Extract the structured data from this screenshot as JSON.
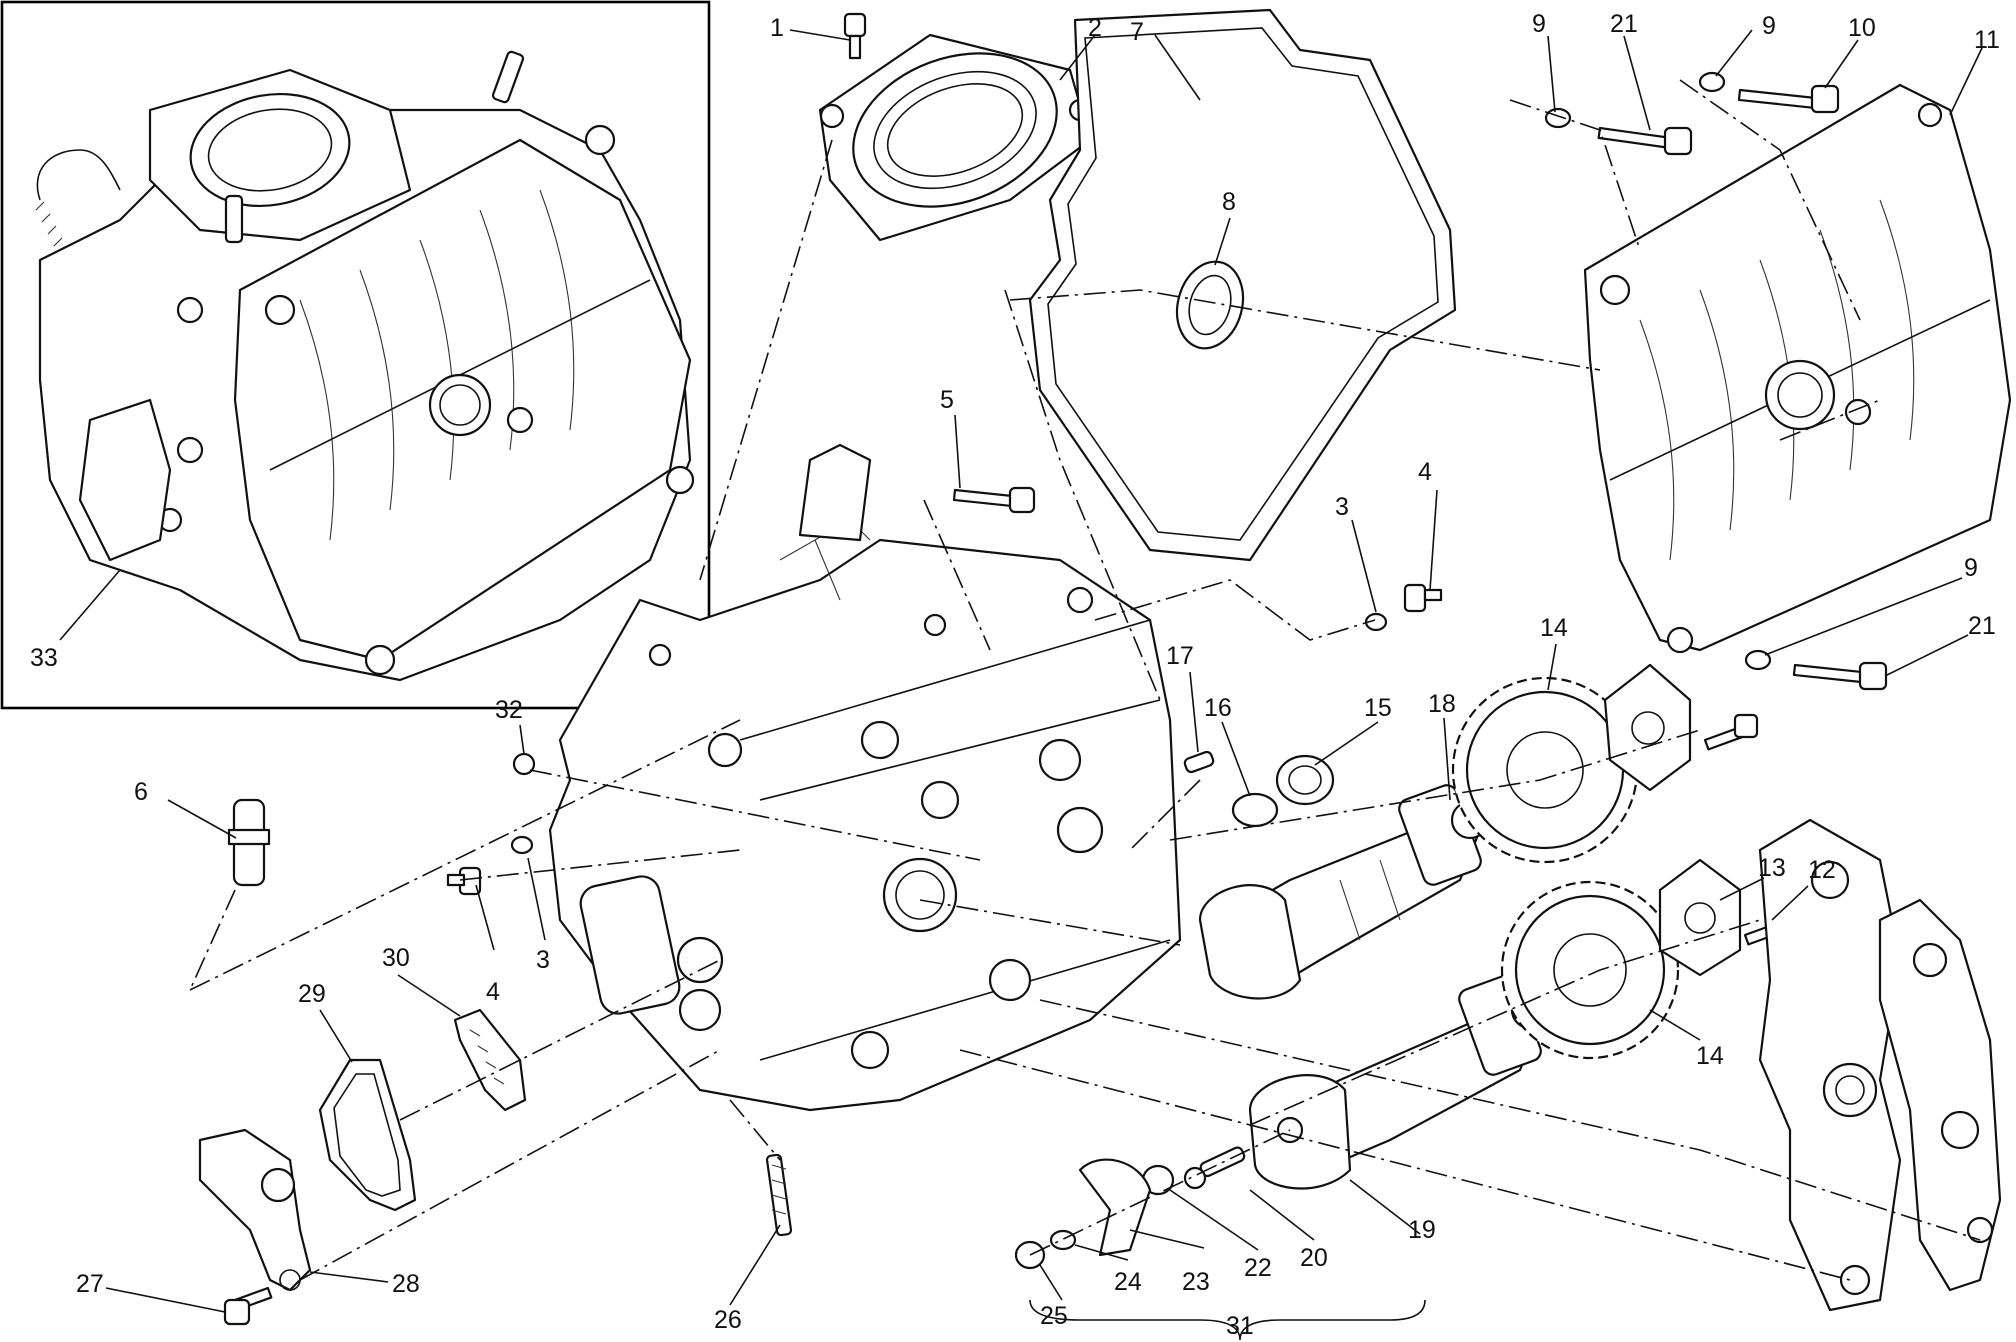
{
  "callouts": {
    "c1": "1",
    "c2": "2",
    "c3a": "3",
    "c3b": "3",
    "c4a": "4",
    "c4b": "4",
    "c5": "5",
    "c6": "6",
    "c7": "7",
    "c8": "8",
    "c9a": "9",
    "c9b": "9",
    "c9c": "9",
    "c10": "10",
    "c11": "11",
    "c12": "12",
    "c13": "13",
    "c14a": "14",
    "c14b": "14",
    "c15": "15",
    "c16": "16",
    "c17": "17",
    "c18": "18",
    "c19": "19",
    "c20": "20",
    "c21a": "21",
    "c21b": "21",
    "c22": "22",
    "c23": "23",
    "c24": "24",
    "c25": "25",
    "c26": "26",
    "c27": "27",
    "c28": "28",
    "c29": "29",
    "c30": "30",
    "c31": "31",
    "c32": "32",
    "c33": "33"
  }
}
